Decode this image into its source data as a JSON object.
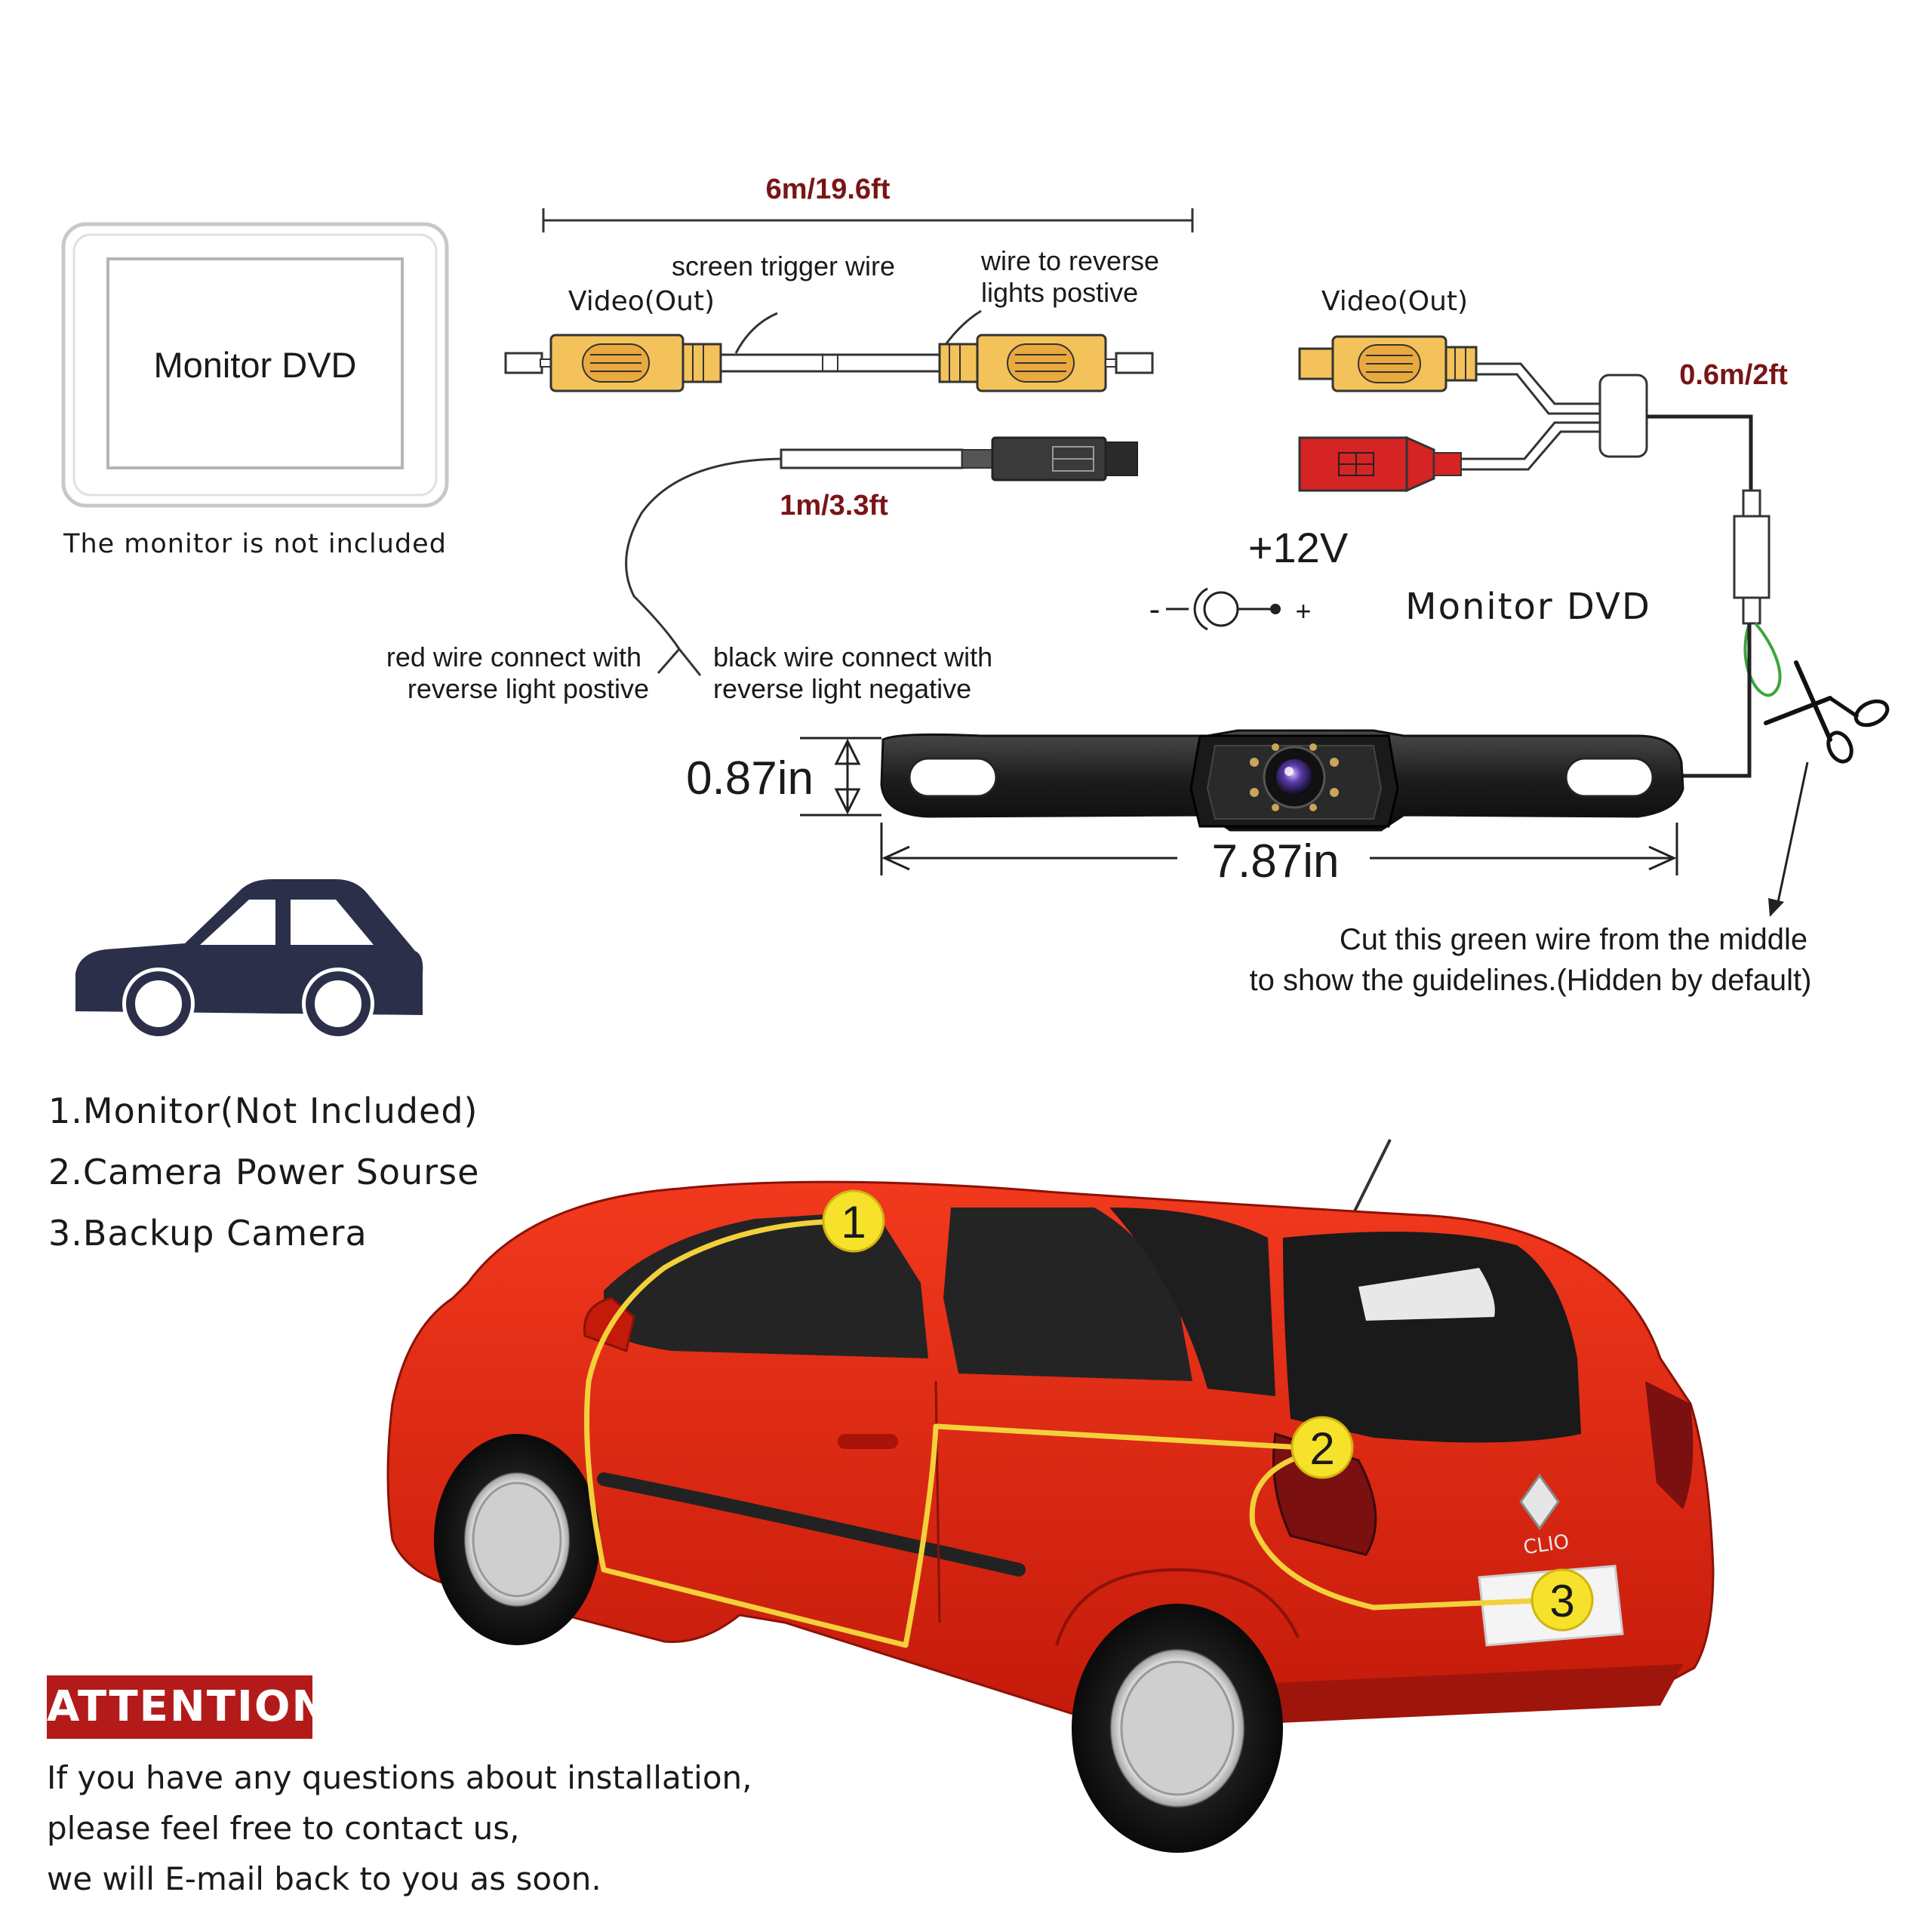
{
  "monitor": {
    "screen_label": "Monitor DVD",
    "caption": "The monitor is not included"
  },
  "extension_cable": {
    "length_label": "6m/19.6ft",
    "video_out_label": "Video(Out)",
    "trigger_wire_label": "screen trigger wire",
    "reverse_wire_label_line1": "wire to reverse",
    "reverse_wire_label_line2": "lights postive",
    "power_lead_length_label": "1m/3.3ft",
    "red_wire_line1": "red wire connect with",
    "red_wire_line2": "reverse light postive",
    "black_wire_line1": "black wire connect with",
    "black_wire_line2": "reverse light negative"
  },
  "camera_harness": {
    "video_out_label": "Video(Out)",
    "length_label": "0.6m/2ft",
    "voltage_label": "+12V",
    "polarity_minus": "-",
    "polarity_plus": "+",
    "monitor_label": "Monitor DVD",
    "height_label": "0.87in",
    "width_label": "7.87in",
    "green_wire_note_line1": "Cut this green wire from the middle",
    "green_wire_note_line2": "to show the guidelines.(Hidden by default)"
  },
  "legend": {
    "items": [
      "1.Monitor(Not Included)",
      "2.Camera Power Sourse",
      "3.Backup Camera"
    ]
  },
  "car_markers": [
    "1",
    "2",
    "3"
  ],
  "car_badge": "CLIO",
  "attention": {
    "title": "ATTENTION",
    "lines": [
      "If you have any questions about installation,",
      "please feel free to contact us,",
      "we will E-mail back to you as soon."
    ]
  },
  "colors": {
    "connector_yellow": "#f3c25a",
    "connector_red": "#d62323",
    "car_red": "#e0230f",
    "route_yellow": "#f2d13a",
    "marker_yellow": "#f7e22b",
    "dimension_red": "#7a1515",
    "attention_red": "#b31b1b",
    "car_icon_navy": "#2b2f4a",
    "green_wire": "#3aa63a"
  }
}
